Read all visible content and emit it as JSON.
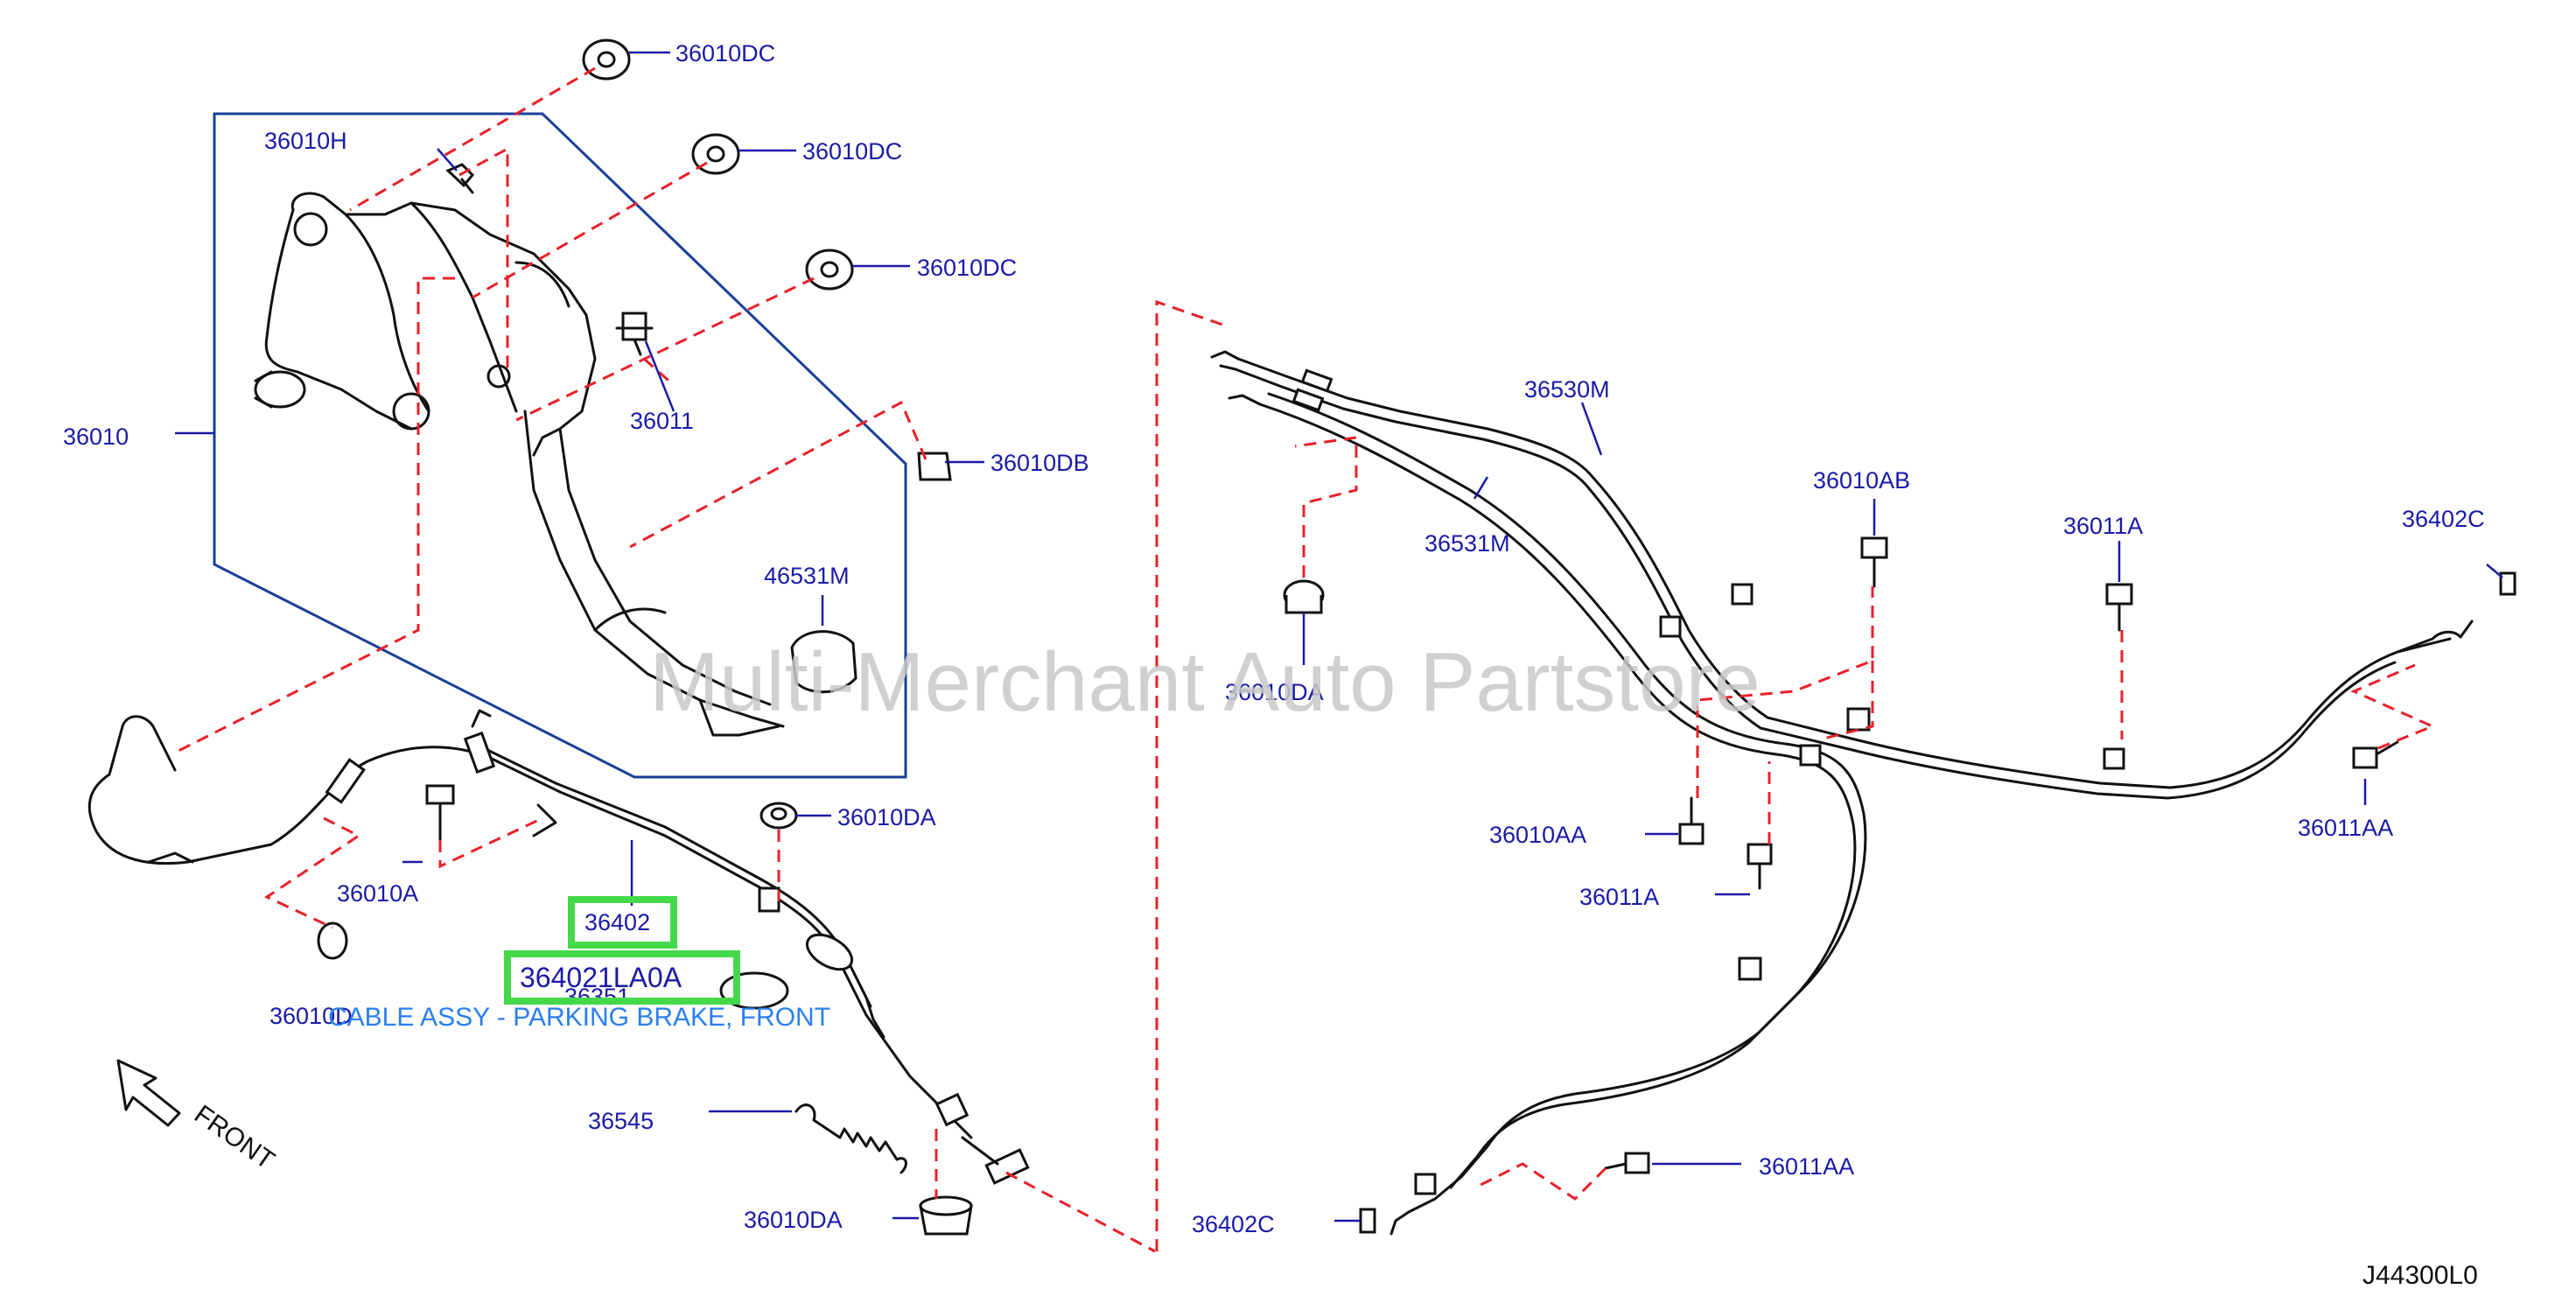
{
  "diagram_ref": "J44300L0",
  "watermark": "Multi-Merchant Auto Partstore",
  "direction_label": "FRONT",
  "highlight": {
    "part_no": "36402",
    "oem_number": "364021LA0A",
    "caption": "CABLE ASSY - PARKING BRAKE, FRONT"
  },
  "labels": {
    "p36010dc_1": "36010DC",
    "p36010dc_2": "36010DC",
    "p36010dc_3": "36010DC",
    "p36010h": "36010H",
    "p36010": "36010",
    "p36011": "36011",
    "p36010db": "36010DB",
    "p46531m": "46531M",
    "p36010da_1": "36010DA",
    "p36010a": "36010A",
    "p36010d": "36010D",
    "p36351": "36351",
    "p36545": "36545",
    "p36010da_2": "36010DA",
    "p36530m": "36530M",
    "p36531m": "36531M",
    "p36010da_3": "36010DA",
    "p36010ab": "36010AB",
    "p36011a_1": "36011A",
    "p36402c_1": "36402C",
    "p36011aa_1": "36011AA",
    "p36010aa": "36010AA",
    "p36011a_2": "36011A",
    "p36011aa_2": "36011AA",
    "p36402c_2": "36402C"
  },
  "colors": {
    "label": "#1a1aa8",
    "caption": "#2a7ff0",
    "highlight": "#44d94a",
    "dashed_leader": "#e8202a",
    "group_box": "#1a3f9a"
  }
}
